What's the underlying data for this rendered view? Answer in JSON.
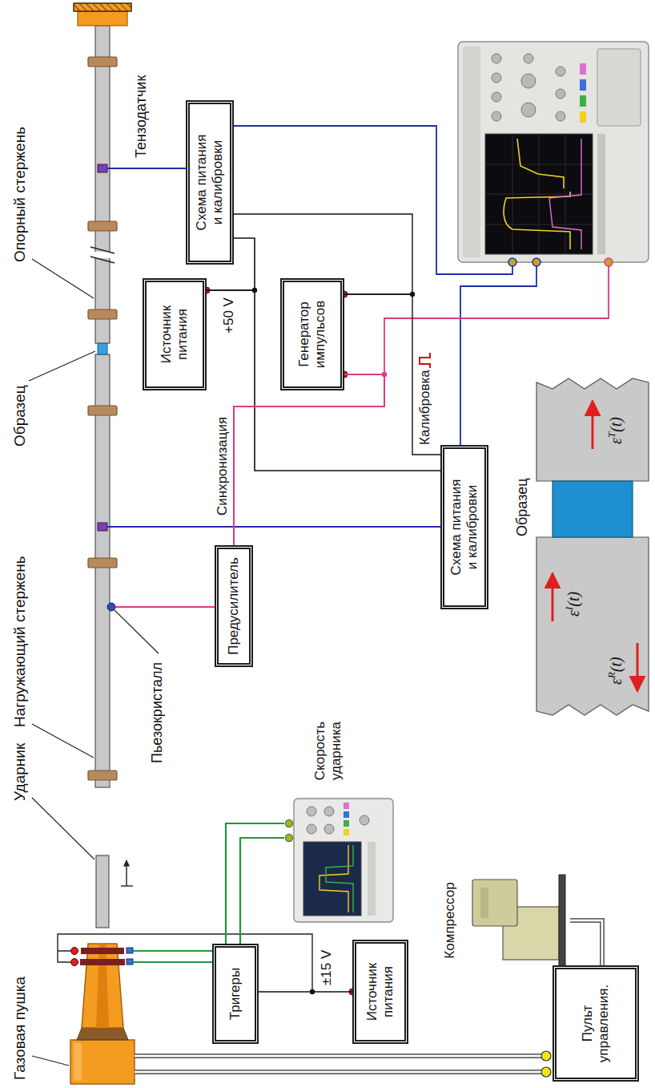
{
  "diagram": {
    "nodes": [
      {
        "text": [
          "Схема питания и калибровки"
        ]
      },
      {
        "text": [
          "Источник питания"
        ]
      },
      {
        "text": [
          "Генератор импульсов"
        ]
      },
      {
        "text": [
          "Схема питания и калибровки"
        ]
      },
      {
        "text": [
          "Предусилитель"
        ]
      },
      {
        "text": [
          "Тригеры"
        ]
      },
      {
        "text": [
          "Источник питания"
        ]
      },
      {
        "text": [
          "Скорость ударника"
        ]
      },
      {
        "text": [
          "Компрессор"
        ]
      },
      {
        "text": [
          "Пульт управления."
        ]
      }
    ],
    "edges": [
      {
        "from": 1,
        "to": 0,
        "arrow": "none",
        "label": "+50 V"
      },
      {
        "from": 1,
        "to": 3,
        "arrow": "none"
      },
      {
        "from": 2,
        "to": 0,
        "arrow": "none"
      },
      {
        "from": 2,
        "to": 3,
        "arrow": "none",
        "label": "Калибровка"
      },
      {
        "from": 4,
        "to": 2,
        "arrow": "none",
        "label": "Синхронизация"
      },
      {
        "from": 6,
        "to": 5,
        "arrow": "none",
        "label": "±15 V"
      },
      {
        "from": 5,
        "to": 7,
        "arrow": "none"
      },
      {
        "from": 5,
        "to": 7,
        "arrow": "none"
      },
      {
        "from": 9,
        "to": 8,
        "arrow": "none"
      }
    ],
    "labels": [
      "Газовая пушка",
      "Ударник",
      "Нагружающий стержень",
      "Образец",
      "Опорный стержень",
      "Тензодатчик",
      "Пьезокристалл",
      "Образец",
      "εT(t)",
      "εI(t)",
      "εR(t)"
    ]
  }
}
